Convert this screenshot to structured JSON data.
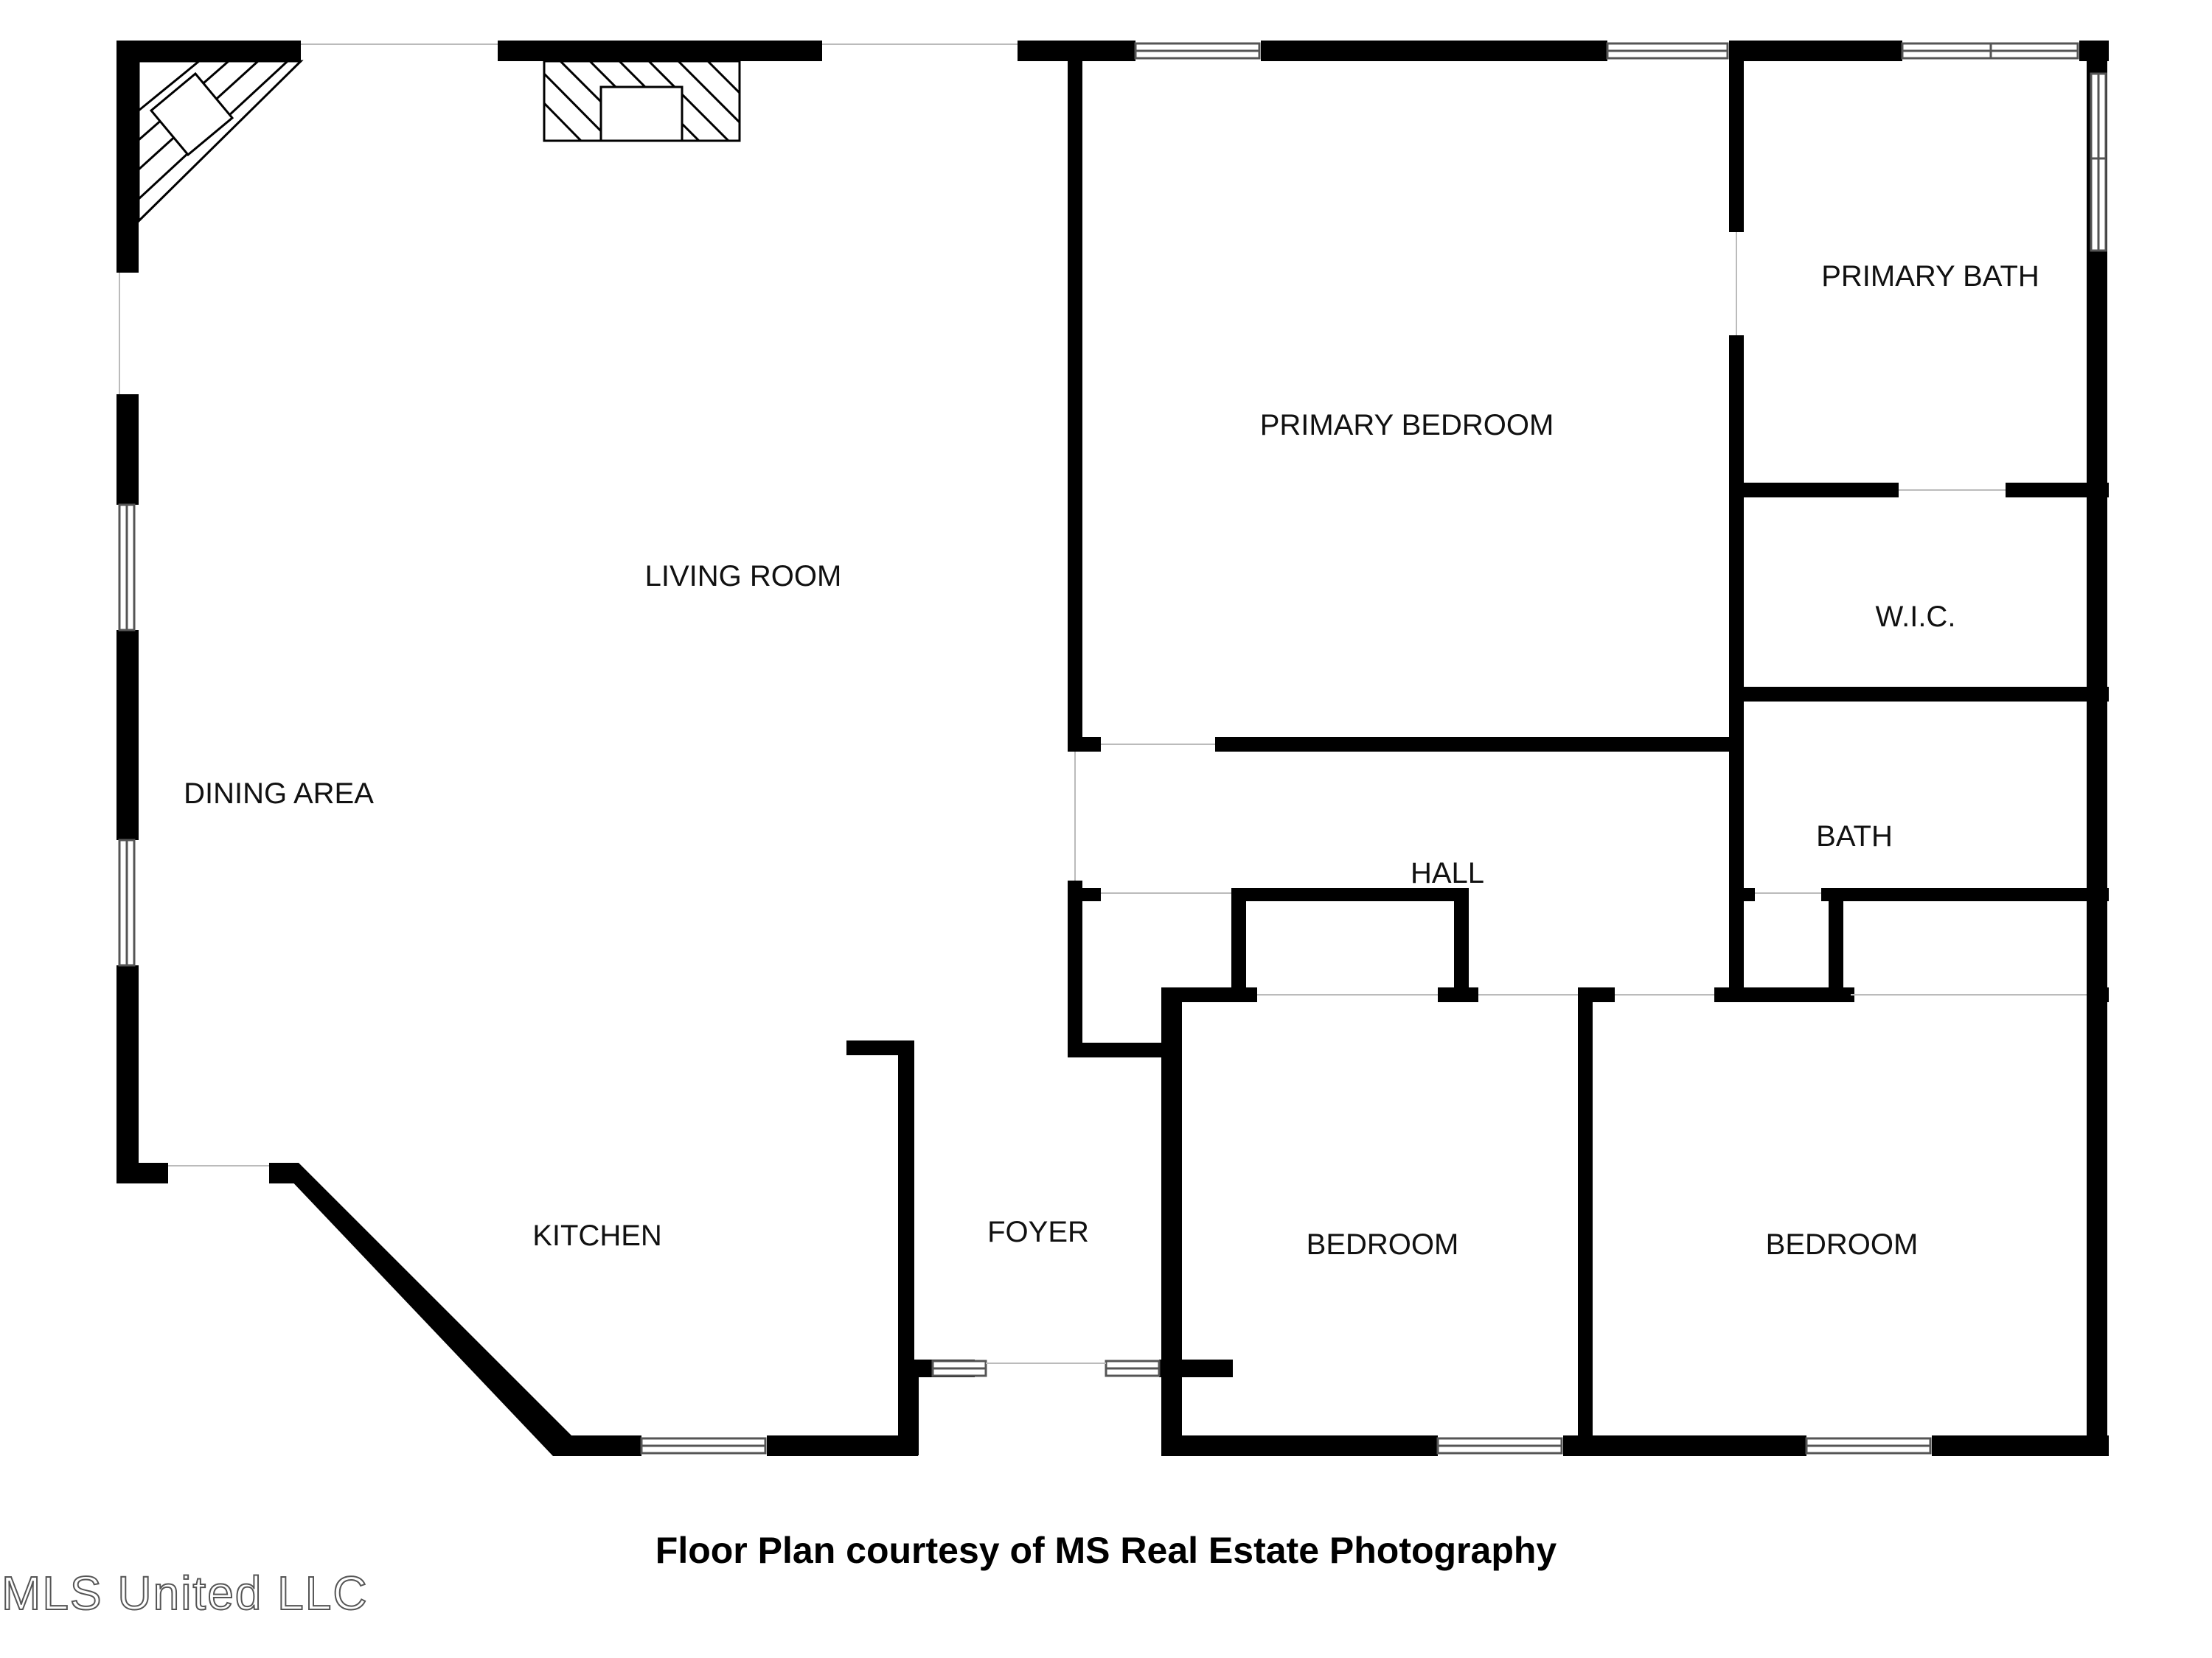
{
  "rooms": {
    "living_room": "LIVING ROOM",
    "dining_area": "DINING AREA",
    "kitchen": "KITCHEN",
    "foyer": "FOYER",
    "primary_bedroom": "PRIMARY BEDROOM",
    "primary_bath": "PRIMARY BATH",
    "wic": "W.I.C.",
    "bath": "BATH",
    "hall": "HALL",
    "bedroom_left": "BEDROOM",
    "bedroom_right": "BEDROOM"
  },
  "caption": "Floor Plan courtesy of MS Real Estate Photography",
  "watermark": "MLS United LLC",
  "colors": {
    "wall": "#000000",
    "window": "#555555",
    "background": "#ffffff"
  }
}
